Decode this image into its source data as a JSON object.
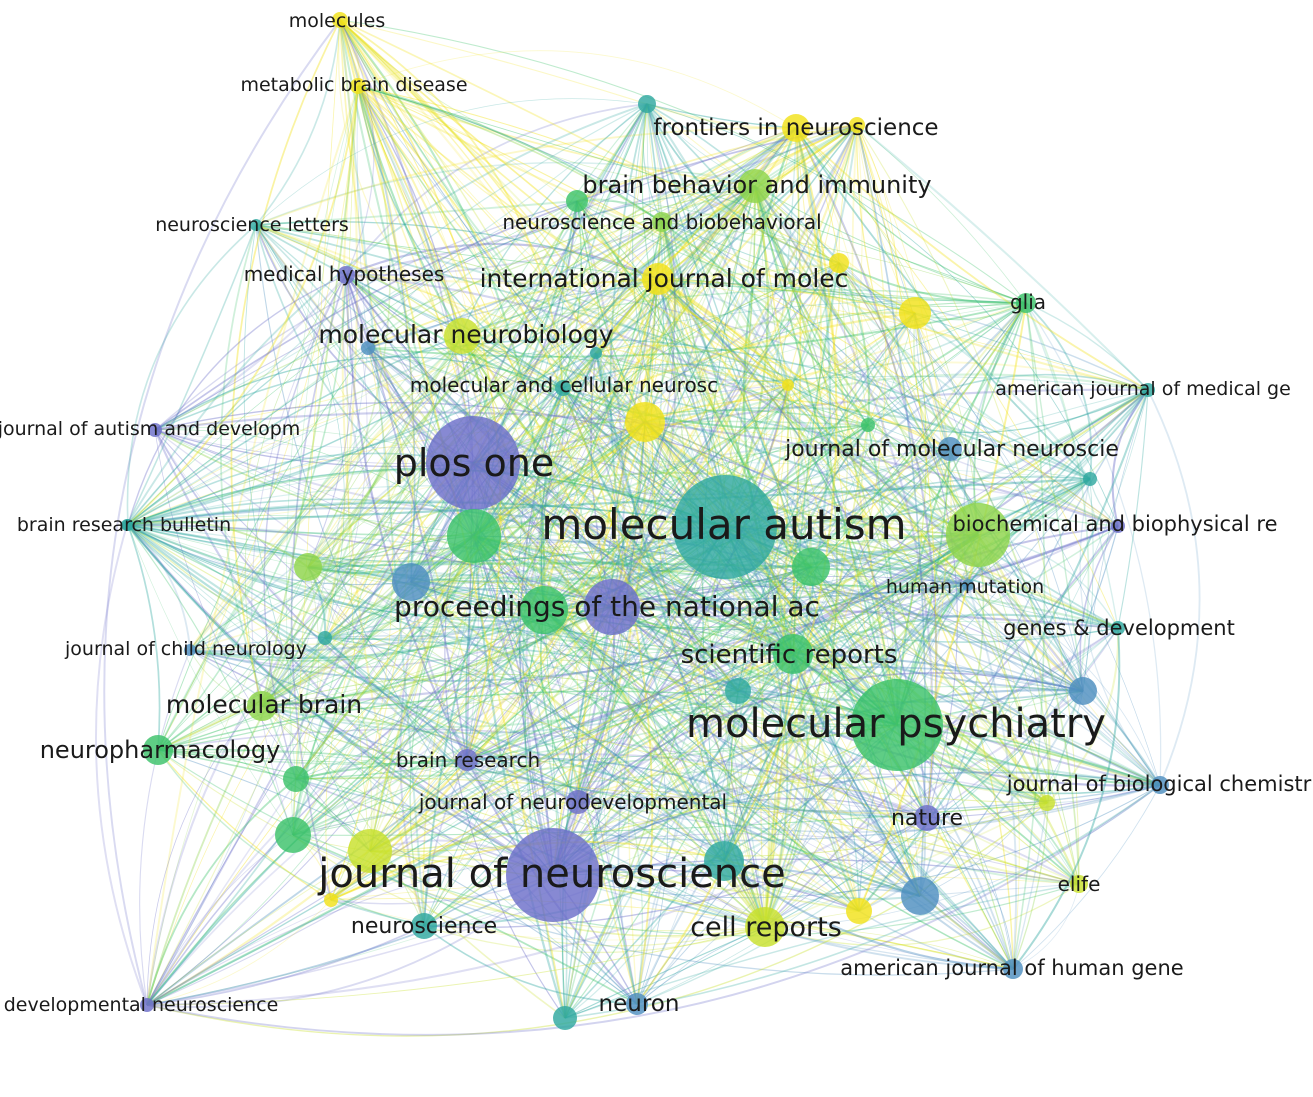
{
  "colors": {
    "c_purple": "#6c6fc9",
    "c_blue": "#4e8fc0",
    "c_teal": "#2fa8a0",
    "c_green": "#3cc26a",
    "c_lime": "#8dd44a",
    "c_yellowgreen": "#c8e02c",
    "c_yellow": "#f2e21a"
  },
  "nodes": [
    {
      "id": "molecules",
      "label": "molecules",
      "weight": 1,
      "color": "c_yellow"
    },
    {
      "id": "metabolic_brain_disease",
      "label": "metabolic brain disease",
      "weight": 1,
      "color": "c_yellow"
    },
    {
      "id": "frontiers_in_neuroscience",
      "label": "frontiers in neuroscience",
      "weight": 4,
      "color": "c_yellow"
    },
    {
      "id": "brain_behavior_and_immunity",
      "label": "brain behavior and immunity",
      "weight": 5,
      "color": "c_lime"
    },
    {
      "id": "neuroscience_and_biobehavioral",
      "label": "neuroscience and biobehavioral",
      "weight": 2,
      "color": "c_lime"
    },
    {
      "id": "neuroscience_letters",
      "label": "neuroscience letters",
      "weight": 1,
      "color": "c_teal"
    },
    {
      "id": "medical_hypotheses",
      "label": "medical hypotheses",
      "weight": 1,
      "color": "c_purple"
    },
    {
      "id": "international_journal_of_molec",
      "label": "international journal of molec",
      "weight": 5,
      "color": "c_yellow"
    },
    {
      "id": "glia",
      "label": "glia",
      "weight": 1,
      "color": "c_green"
    },
    {
      "id": "molecular_neurobiology",
      "label": "molecular neurobiology",
      "weight": 5,
      "color": "c_yellowgreen"
    },
    {
      "id": "molecular_and_cellular_neurosc",
      "label": "molecular and cellular neurosc",
      "weight": 1,
      "color": "c_teal"
    },
    {
      "id": "american_journal_of_medical_ge",
      "label": "american journal of medical ge",
      "weight": 1,
      "color": "c_teal"
    },
    {
      "id": "journal_of_autism_and_developm",
      "label": "journal of autism and developm",
      "weight": 1,
      "color": "c_purple"
    },
    {
      "id": "journal_of_molecular_neuroscie",
      "label": "journal of molecular neuroscie",
      "weight": 2,
      "color": "c_blue"
    },
    {
      "id": "plos_one",
      "label": "plos one",
      "weight": 20,
      "color": "c_purple"
    },
    {
      "id": "molecular_autism",
      "label": "molecular autism",
      "weight": 25,
      "color": "c_teal"
    },
    {
      "id": "brain_research_bulletin",
      "label": "brain research bulletin",
      "weight": 1,
      "color": "c_teal"
    },
    {
      "id": "biochemical_and_biophysical_re",
      "label": "biochemical and biophysical re",
      "weight": 1,
      "color": "c_purple"
    },
    {
      "id": "human_mutation",
      "label": "human mutation",
      "weight": 1,
      "color": "c_blue"
    },
    {
      "id": "proceedings_of_the_national_ac",
      "label": "proceedings of the national ac",
      "weight": 6,
      "color": "c_purple"
    },
    {
      "id": "genes_development",
      "label": "genes & development",
      "weight": 1,
      "color": "c_teal"
    },
    {
      "id": "scientific_reports",
      "label": "scientific reports",
      "weight": 4,
      "color": "c_green"
    },
    {
      "id": "journal_of_child_neurology",
      "label": "journal of child neurology",
      "weight": 1,
      "color": "c_blue"
    },
    {
      "id": "molecular_brain",
      "label": "molecular brain",
      "weight": 3,
      "color": "c_lime"
    },
    {
      "id": "molecular_psychiatry",
      "label": "molecular psychiatry",
      "weight": 22,
      "color": "c_green"
    },
    {
      "id": "neuropharmacology",
      "label": "neuropharmacology",
      "weight": 3,
      "color": "c_green"
    },
    {
      "id": "brain_research",
      "label": "brain research",
      "weight": 1,
      "color": "c_purple"
    },
    {
      "id": "journal_of_biological_chemistr",
      "label": "journal of biological chemistr",
      "weight": 1,
      "color": "c_blue"
    },
    {
      "id": "journal_of_neurodevelopmental",
      "label": "journal of neurodevelopmental",
      "weight": 1,
      "color": "c_purple"
    },
    {
      "id": "nature",
      "label": "nature",
      "weight": 2,
      "color": "c_purple"
    },
    {
      "id": "journal_of_neuroscience",
      "label": "journal of neuroscience",
      "weight": 22,
      "color": "c_purple"
    },
    {
      "id": "elife",
      "label": "elife",
      "weight": 1,
      "color": "c_yellowgreen"
    },
    {
      "id": "neuroscience",
      "label": "neuroscience",
      "weight": 2,
      "color": "c_teal"
    },
    {
      "id": "cell_reports",
      "label": "cell reports",
      "weight": 4,
      "color": "c_yellowgreen"
    },
    {
      "id": "american_journal_of_human_gene",
      "label": "american journal of human gene",
      "weight": 1,
      "color": "c_blue"
    },
    {
      "id": "developmental_neuroscience",
      "label": "developmental neuroscience",
      "weight": 1,
      "color": "c_purple"
    },
    {
      "id": "neuron",
      "label": "neuron",
      "weight": 2,
      "color": "c_blue"
    },
    {
      "id": "u1",
      "label": "",
      "weight": 1,
      "color": "c_teal"
    },
    {
      "id": "u2",
      "label": "",
      "weight": 1,
      "color": "c_yellow"
    },
    {
      "id": "u3",
      "label": "",
      "weight": 1,
      "color": "c_green"
    },
    {
      "id": "u4",
      "label": "",
      "weight": 3,
      "color": "c_yellow"
    },
    {
      "id": "u5",
      "label": "",
      "weight": 1,
      "color": "c_yellow"
    },
    {
      "id": "u6",
      "label": "",
      "weight": 1,
      "color": "c_yellow"
    },
    {
      "id": "u7",
      "label": "",
      "weight": 3,
      "color": "c_yellow"
    },
    {
      "id": "u8",
      "label": "",
      "weight": 1,
      "color": "c_teal"
    },
    {
      "id": "u9",
      "label": "",
      "weight": 1,
      "color": "c_green"
    },
    {
      "id": "u10",
      "label": "",
      "weight": 1,
      "color": "c_teal"
    },
    {
      "id": "u11",
      "label": "",
      "weight": 5,
      "color": "c_lime"
    },
    {
      "id": "u12",
      "label": "",
      "weight": 2,
      "color": "c_blue"
    },
    {
      "id": "u13",
      "label": "",
      "weight": 1,
      "color": "c_lime"
    },
    {
      "id": "u14",
      "label": "",
      "weight": 2,
      "color": "c_green"
    },
    {
      "id": "u15",
      "label": "",
      "weight": 1,
      "color": "c_teal"
    },
    {
      "id": "u16",
      "label": "",
      "weight": 6,
      "color": "c_green"
    },
    {
      "id": "u17",
      "label": "",
      "weight": 3,
      "color": "c_green"
    },
    {
      "id": "u18",
      "label": "",
      "weight": 2,
      "color": "c_teal"
    },
    {
      "id": "u19",
      "label": "",
      "weight": 2,
      "color": "c_blue"
    },
    {
      "id": "u20",
      "label": "",
      "weight": 1,
      "color": "c_teal"
    },
    {
      "id": "u21",
      "label": "",
      "weight": 1,
      "color": "c_green"
    },
    {
      "id": "u22",
      "label": "",
      "weight": 2,
      "color": "c_green"
    },
    {
      "id": "u23",
      "label": "",
      "weight": 4,
      "color": "c_yellowgreen"
    },
    {
      "id": "u24",
      "label": "",
      "weight": 1,
      "color": "c_yellow"
    },
    {
      "id": "u25",
      "label": "",
      "weight": 4,
      "color": "c_teal"
    },
    {
      "id": "u26",
      "label": "",
      "weight": 2,
      "color": "c_yellow"
    },
    {
      "id": "u27",
      "label": "",
      "weight": 3,
      "color": "c_blue"
    },
    {
      "id": "u28",
      "label": "",
      "weight": 1,
      "color": "c_yellowgreen"
    },
    {
      "id": "u29",
      "label": "",
      "weight": 1,
      "color": "c_teal"
    },
    {
      "id": "u30",
      "label": "",
      "weight": 1,
      "color": "c_blue"
    }
  ]
}
